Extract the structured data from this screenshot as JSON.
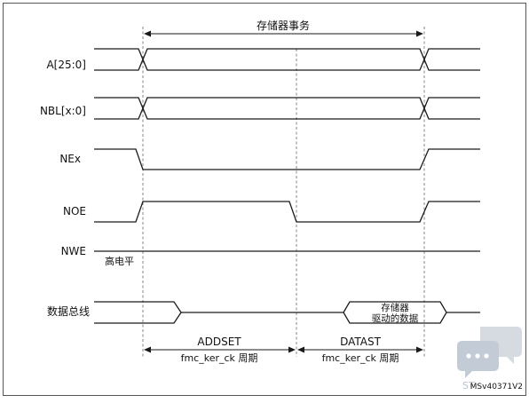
{
  "top_span_label": "存储器事务",
  "signals": {
    "addr": "A[25:0]",
    "nbl": "NBL[x:0]",
    "ne": "NEx",
    "noe": "NOE",
    "nwe": "NWE",
    "nwe_note": "高电平",
    "data_bus": "数据总线",
    "data_driven_line1": "存储器",
    "data_driven_line2": "驱动的数据"
  },
  "phases": {
    "addset": "ADDSET",
    "addset_unit": "fmc_ker_ck 周期",
    "datast": "DATAST",
    "datast_unit": "fmc_ker_ck 周期"
  },
  "figure_id": "MSv40371V2",
  "watermark": "ST",
  "colors": {
    "line": "#1a1a1a",
    "dash": "#666666",
    "border": "#555555",
    "watermark": "#b8c2cf"
  },
  "icons": [
    "chat-bubble-icon"
  ]
}
